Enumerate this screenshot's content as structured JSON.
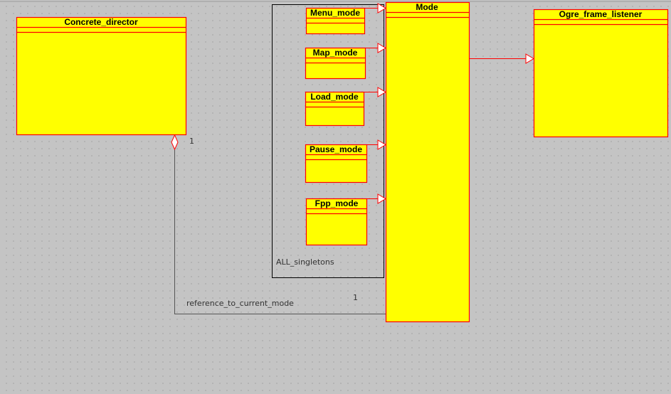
{
  "classes": {
    "concrete_director": "Concrete_director",
    "menu_mode": "Menu_mode",
    "map_mode": "Map_mode",
    "load_mode": "Load_mode",
    "pause_mode": "Pause_mode",
    "fpp_mode": "Fpp_mode",
    "mode": "Mode",
    "ogre_frame_listener": "Ogre_frame_listener"
  },
  "package": {
    "label": "ALL_singletons"
  },
  "association": {
    "role": "reference_to_current_mode",
    "source_multiplicity": "1",
    "target_multiplicity": "1"
  },
  "colors": {
    "class_fill": "#ffff00",
    "class_border": "#ff0000",
    "canvas": "#c4c4c4"
  }
}
